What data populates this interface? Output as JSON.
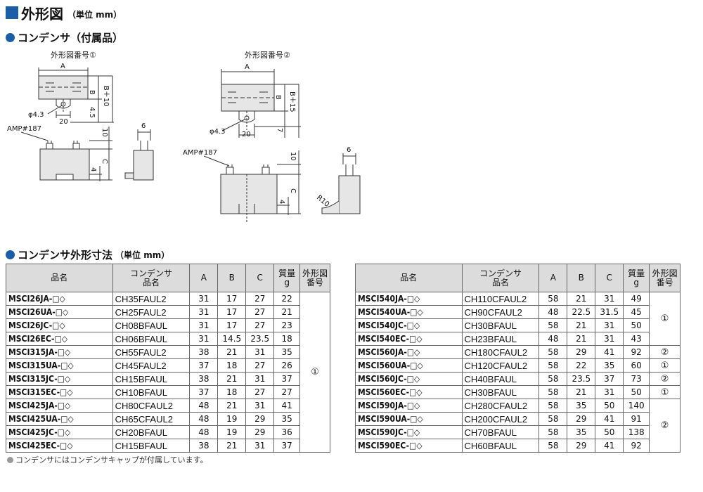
{
  "main_title": {
    "text": "外形図",
    "unit": "（単位 mm）"
  },
  "section1": {
    "title": "コンデンサ（付属品）"
  },
  "fig1": {
    "label": "外形図番号①"
  },
  "fig2": {
    "label": "外形図番号②"
  },
  "dims": {
    "A": "A",
    "B": "B",
    "B10": "B＋10",
    "B15": "B＋15",
    "C": "C",
    "phi": "φ4.3",
    "d20": "20",
    "d45": "4.5",
    "d7": "7",
    "d10": "10",
    "d6": "6",
    "d4": "4",
    "amp": "AMP#187",
    "r10": "R10"
  },
  "section2": {
    "title": "コンデンサ外形寸法",
    "unit": "（単位 mm）"
  },
  "table_headers": {
    "name": "品名",
    "cap1": "コンデンサ",
    "cap2": "品名",
    "a": "A",
    "b": "B",
    "c": "C",
    "mass1": "質量",
    "mass2": "g",
    "fig1": "外形図",
    "fig2": "番号"
  },
  "table_left": [
    {
      "name": "MSCI26JA-□◇",
      "cap": "CH35FAUL2",
      "a": "31",
      "b": "17",
      "c": "27",
      "m": "22"
    },
    {
      "name": "MSCI26UA-□◇",
      "cap": "CH25FAUL2",
      "a": "31",
      "b": "17",
      "c": "27",
      "m": "21"
    },
    {
      "name": "MSCI26JC-□◇",
      "cap": "CH08BFAUL",
      "a": "31",
      "b": "17",
      "c": "27",
      "m": "23"
    },
    {
      "name": "MSCI26EC-□◇",
      "cap": "CH06BFAUL",
      "a": "31",
      "b": "14.5",
      "c": "23.5",
      "m": "18"
    },
    {
      "name": "MSCI315JA-□◇",
      "cap": "CH55FAUL2",
      "a": "38",
      "b": "21",
      "c": "31",
      "m": "35"
    },
    {
      "name": "MSCI315UA-□◇",
      "cap": "CH45FAUL2",
      "a": "37",
      "b": "18",
      "c": "27",
      "m": "26"
    },
    {
      "name": "MSCI315JC-□◇",
      "cap": "CH15BFAUL",
      "a": "38",
      "b": "21",
      "c": "31",
      "m": "37"
    },
    {
      "name": "MSCI315EC-□◇",
      "cap": "CH10BFAUL",
      "a": "37",
      "b": "18",
      "c": "27",
      "m": "27"
    },
    {
      "name": "MSCI425JA-□◇",
      "cap": "CH80CFAUL2",
      "a": "48",
      "b": "21",
      "c": "31",
      "m": "41"
    },
    {
      "name": "MSCI425UA-□◇",
      "cap": "CH65CFAUL2",
      "a": "48",
      "b": "19",
      "c": "29",
      "m": "35"
    },
    {
      "name": "MSCI425JC-□◇",
      "cap": "CH20BFAUL",
      "a": "48",
      "b": "19",
      "c": "29",
      "m": "36"
    },
    {
      "name": "MSCI425EC-□◇",
      "cap": "CH15BFAUL",
      "a": "38",
      "b": "21",
      "c": "31",
      "m": "37"
    }
  ],
  "table_left_fig": "①",
  "table_right": [
    {
      "name": "MSCI540JA-□◇",
      "cap": "CH110CFAUL2",
      "a": "58",
      "b": "21",
      "c": "31",
      "m": "49"
    },
    {
      "name": "MSCI540UA-□◇",
      "cap": "CH90CFAUL2",
      "a": "48",
      "b": "22.5",
      "c": "31.5",
      "m": "45"
    },
    {
      "name": "MSCI540JC-□◇",
      "cap": "CH30BFAUL",
      "a": "58",
      "b": "21",
      "c": "31",
      "m": "50"
    },
    {
      "name": "MSCI540EC-□◇",
      "cap": "CH23BFAUL",
      "a": "48",
      "b": "21",
      "c": "31",
      "m": "43"
    },
    {
      "name": "MSCI560JA-□◇",
      "cap": "CH180CFAUL2",
      "a": "58",
      "b": "29",
      "c": "41",
      "m": "92"
    },
    {
      "name": "MSCI560UA-□◇",
      "cap": "CH120CFAUL2",
      "a": "58",
      "b": "22",
      "c": "35",
      "m": "60"
    },
    {
      "name": "MSCI560JC-□◇",
      "cap": "CH40BFAUL",
      "a": "58",
      "b": "23.5",
      "c": "37",
      "m": "73"
    },
    {
      "name": "MSCI560EC-□◇",
      "cap": "CH30BFAUL",
      "a": "58",
      "b": "21",
      "c": "31",
      "m": "50"
    },
    {
      "name": "MSCI590JA-□◇",
      "cap": "CH280CFAUL2",
      "a": "58",
      "b": "35",
      "c": "50",
      "m": "140"
    },
    {
      "name": "MSCI590UA-□◇",
      "cap": "CH200CFAUL2",
      "a": "58",
      "b": "29",
      "c": "41",
      "m": "91"
    },
    {
      "name": "MSCI590JC-□◇",
      "cap": "CH70BFAUL",
      "a": "58",
      "b": "35",
      "c": "50",
      "m": "138"
    },
    {
      "name": "MSCI590EC-□◇",
      "cap": "CH60BFAUL",
      "a": "58",
      "b": "29",
      "c": "41",
      "m": "92"
    }
  ],
  "table_right_fig": {
    "g1": "①",
    "g2": "②",
    "g3": "①",
    "g4": "②",
    "g5": "①",
    "g6": "②"
  },
  "note": "コンデンサにはコンデンサキャップが付属しています。"
}
